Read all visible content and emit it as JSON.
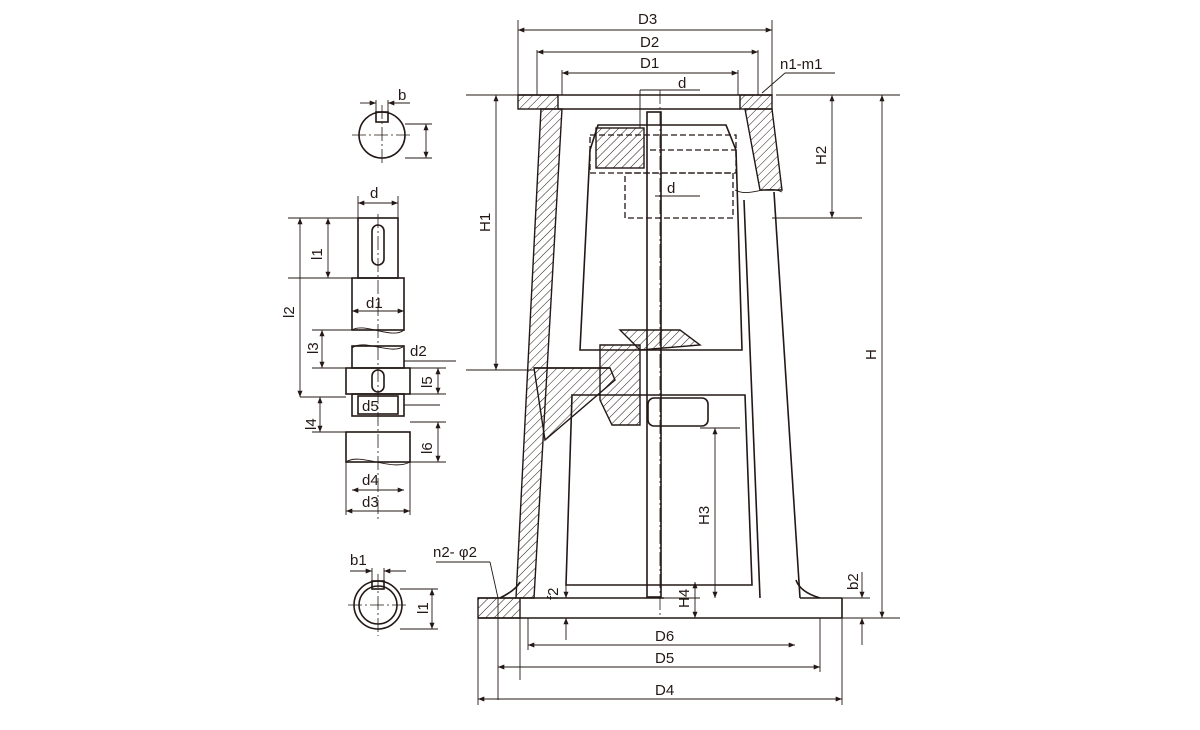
{
  "labels": {
    "D3": "D3",
    "D2": "D2",
    "D1": "D1",
    "n1m1": "n1-m1",
    "d_top": "d",
    "d_mid": "d",
    "H1": "H1",
    "H2": "H2",
    "H": "H",
    "H3": "H3",
    "H4": "H4",
    "b2": "b2",
    "f2": "f2",
    "n2phi2": "n2- φ2",
    "D6": "D6",
    "D5": "D5",
    "D4": "D4",
    "b": "b",
    "d": "d",
    "l1": "l1",
    "l2": "l2",
    "d1": "d1",
    "l3": "l3",
    "d2": "d2",
    "l5": "l5",
    "d5": "d5",
    "l4": "l4",
    "l6": "l6",
    "d4": "d4",
    "d3": "d3",
    "b1": "b1",
    "t1": "l1"
  }
}
